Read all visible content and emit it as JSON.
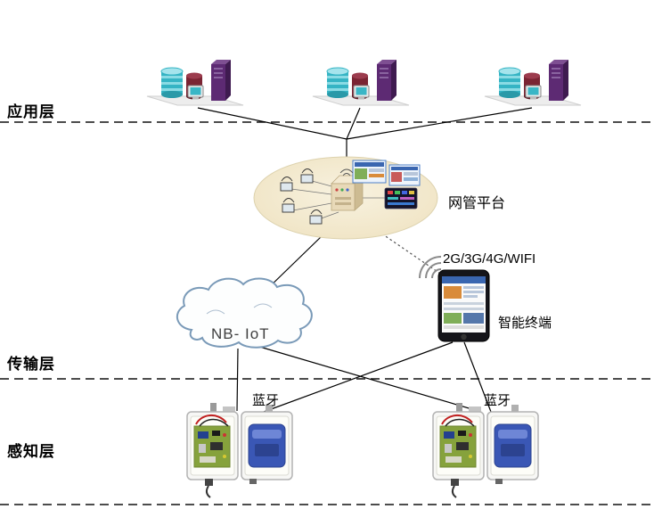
{
  "layers": {
    "application": {
      "label": "应用层"
    },
    "transport": {
      "label": "传输层"
    },
    "perception": {
      "label": "感知层"
    }
  },
  "nodes": {
    "platform": {
      "label": "网管平台"
    },
    "wireless": {
      "label": "2G/3G/4G/WIFI"
    },
    "nbiot": {
      "label": "NB- IoT"
    },
    "terminal": {
      "label": "智能终端"
    },
    "bluetooth_left": {
      "label": "蓝牙"
    },
    "bluetooth_right": {
      "label": "蓝牙"
    }
  },
  "icons": {
    "server_cluster": "server-cluster-icon",
    "platform": "network-platform-icon",
    "wireless": "wireless-signal-icon",
    "cloud": "nbiot-cloud-icon",
    "phone": "smartphone-icon",
    "device": "sensor-device-icon"
  },
  "colors": {
    "line": "#000000",
    "divider": "#111111",
    "cloud_stroke": "#7a9ab8",
    "ellipse_fill": "#f3ead2",
    "device_blue": "#3a57b5",
    "pcb_green": "#86a23c",
    "db_teal": "#35b4c4",
    "db_maroon": "#7a2433",
    "server_purple": "#5d2a73"
  }
}
